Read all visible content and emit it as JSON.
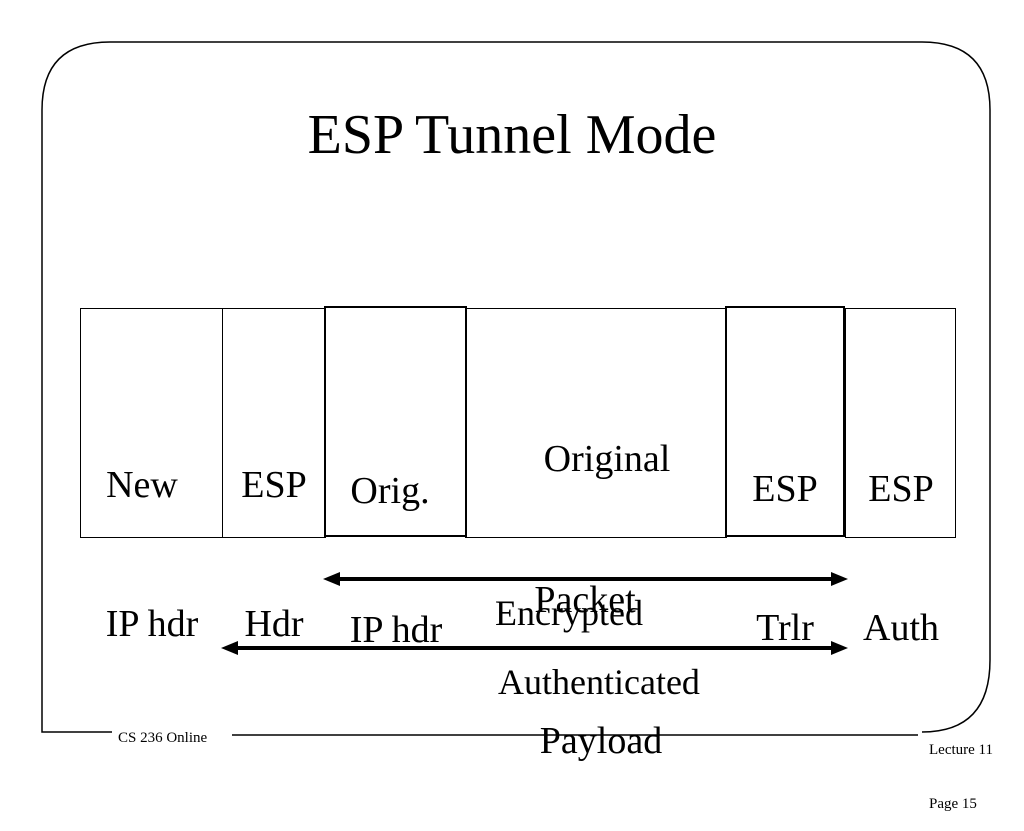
{
  "slide": {
    "title": "ESP Tunnel Mode",
    "footer_course": "CS 236 Online",
    "footer_lecture": "Lecture 11",
    "footer_page": "Page 15"
  },
  "packet": {
    "fields": [
      {
        "lines": [
          "New",
          "IP hdr"
        ]
      },
      {
        "lines": [
          "ESP",
          "Hdr"
        ]
      },
      {
        "lines": [
          "Orig.",
          "IP hdr"
        ]
      },
      {
        "lines": [
          "Original",
          "Packet",
          "Payload"
        ]
      },
      {
        "lines": [
          "ESP",
          "Trlr"
        ]
      },
      {
        "lines": [
          "ESP",
          "Auth"
        ]
      }
    ]
  },
  "spans": {
    "encrypted_label": "Encrypted",
    "authenticated_label": "Authenticated"
  }
}
